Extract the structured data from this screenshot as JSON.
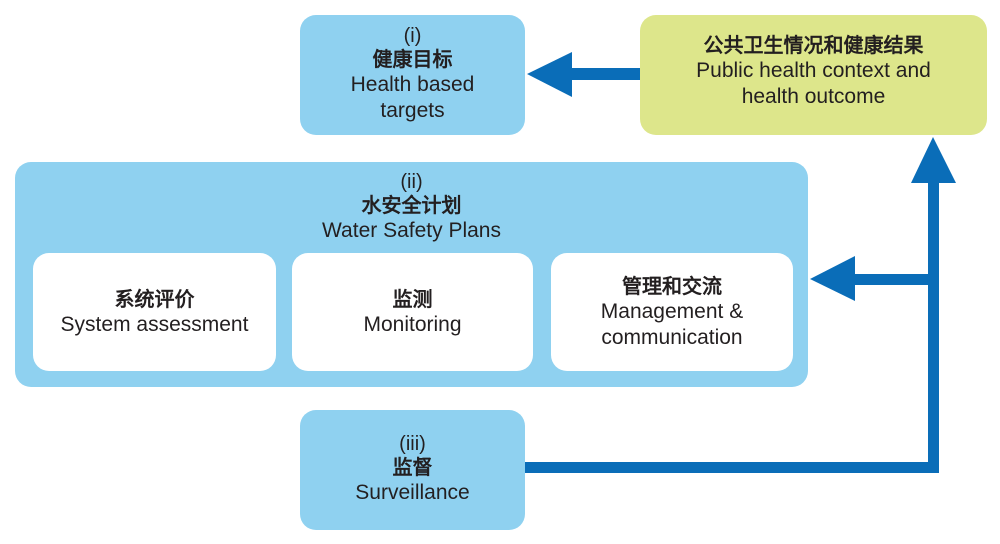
{
  "colors": {
    "box_fill": "#8fd1f0",
    "outcome_fill": "#dde68b",
    "arrow": "#0a6db8",
    "text": "#231f20"
  },
  "targets": {
    "number": "(i)",
    "zh": "健康目标",
    "en_line1": "Health based",
    "en_line2": "targets"
  },
  "outcome": {
    "zh": "公共卫生情况和健康结果",
    "en_line1": "Public health context and",
    "en_line2": "health outcome"
  },
  "wsp": {
    "number": "(ii)",
    "zh": "水安全计划",
    "en": "Water Safety Plans",
    "components": [
      {
        "zh": "系统评价",
        "en_line1": "System assessment",
        "en_line2": ""
      },
      {
        "zh": "监测",
        "en_line1": "Monitoring",
        "en_line2": ""
      },
      {
        "zh": "管理和交流",
        "en_line1": "Management &",
        "en_line2": "communication"
      }
    ]
  },
  "surveillance": {
    "number": "(iii)",
    "zh": "监督",
    "en": "Surveillance"
  },
  "connectors": [
    {
      "from": "outcome",
      "to": "targets",
      "style": "arrow-left"
    },
    {
      "from": "surveillance",
      "to": "outcome",
      "style": "elbow-arrow-up"
    },
    {
      "from": "surveillance",
      "to": "wsp",
      "style": "branch-arrow-left"
    }
  ]
}
